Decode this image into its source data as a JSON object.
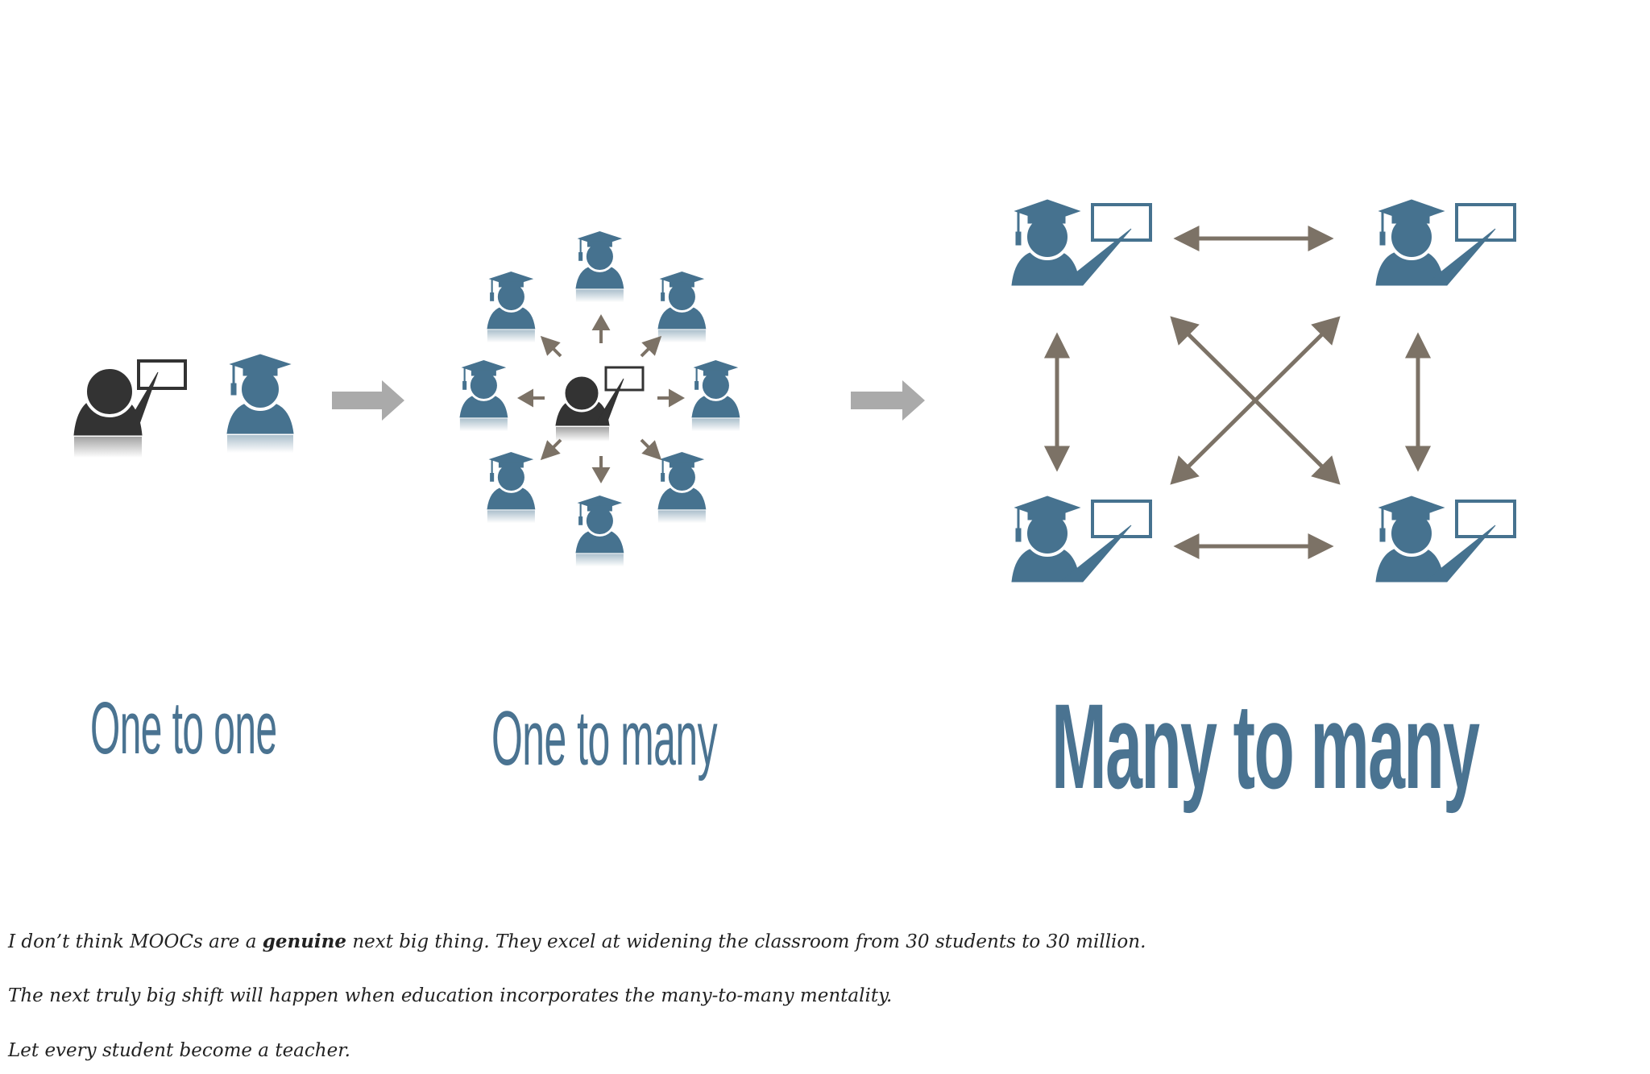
{
  "labels": {
    "one_to_one": "One to one",
    "one_to_many": "One to many",
    "many_to_many": "Many to many"
  },
  "text": {
    "p1_before": "I don’t think MOOCs are a ",
    "p1_bold": "genuine",
    "p1_after": " next big thing. They excel at widening the classroom from 30 students to 30 million.",
    "p2": "The next truly big shift will happen when education incorporates the many-to-many mentality.",
    "p3": "Let every student become a teacher."
  },
  "colors": {
    "student": "#46728f",
    "teacher": "#333333",
    "arrow_brown": "#7c7266",
    "arrow_gray": "#aaaaaa"
  }
}
